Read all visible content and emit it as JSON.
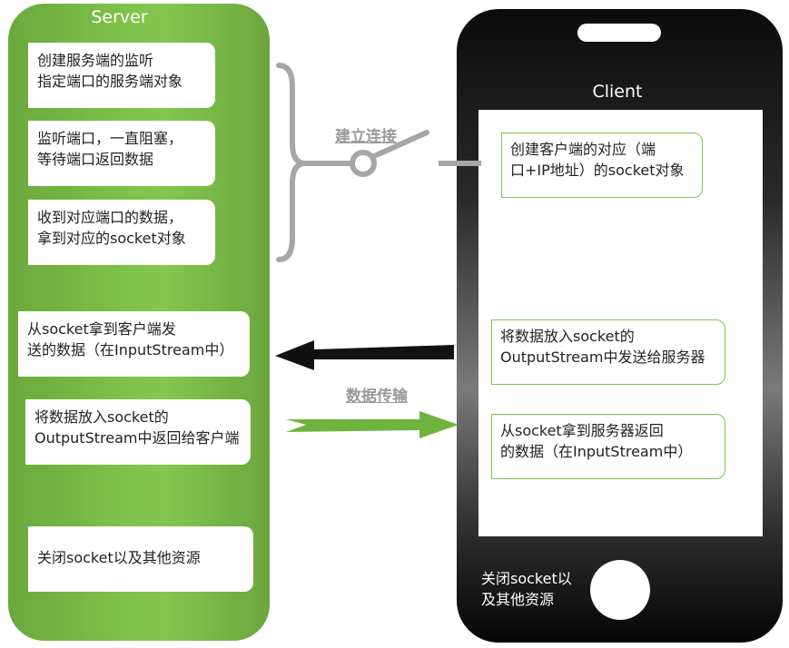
{
  "server": {
    "title": "Server",
    "steps": [
      [
        "创建服务端的监听",
        "指定端口的服务端对象"
      ],
      [
        "监听端口，一直阻塞，",
        "等待端口返回数据"
      ],
      [
        "收到对应端口的数据，",
        "拿到对应的socket对象"
      ],
      [
        "从socket拿到客户端发",
        "送的数据（在InputStream中）"
      ],
      [
        "将数据放入socket的",
        "OutputStream中返回给客户端"
      ],
      [
        "关闭socket以及其他资源"
      ]
    ]
  },
  "client": {
    "title": "Client",
    "steps": [
      [
        "创建客户端的对应（端",
        "口+IP地址）的socket对象"
      ],
      [
        "将数据放入socket的",
        "OutputStream中发送给服务器"
      ],
      [
        "从socket拿到服务器返回",
        "的数据（在InputStream中）"
      ]
    ],
    "close": [
      "关闭socket以",
      "及其他资源"
    ]
  },
  "labels": {
    "connect": "建立连接",
    "transfer": "数据传输"
  },
  "colors": {
    "server_green": "#7fc24a",
    "arrow_black": "#111111",
    "arrow_green": "#6fb33f",
    "connector_gray": "#a6a6a6",
    "label_gray": "#9a9a9a"
  }
}
